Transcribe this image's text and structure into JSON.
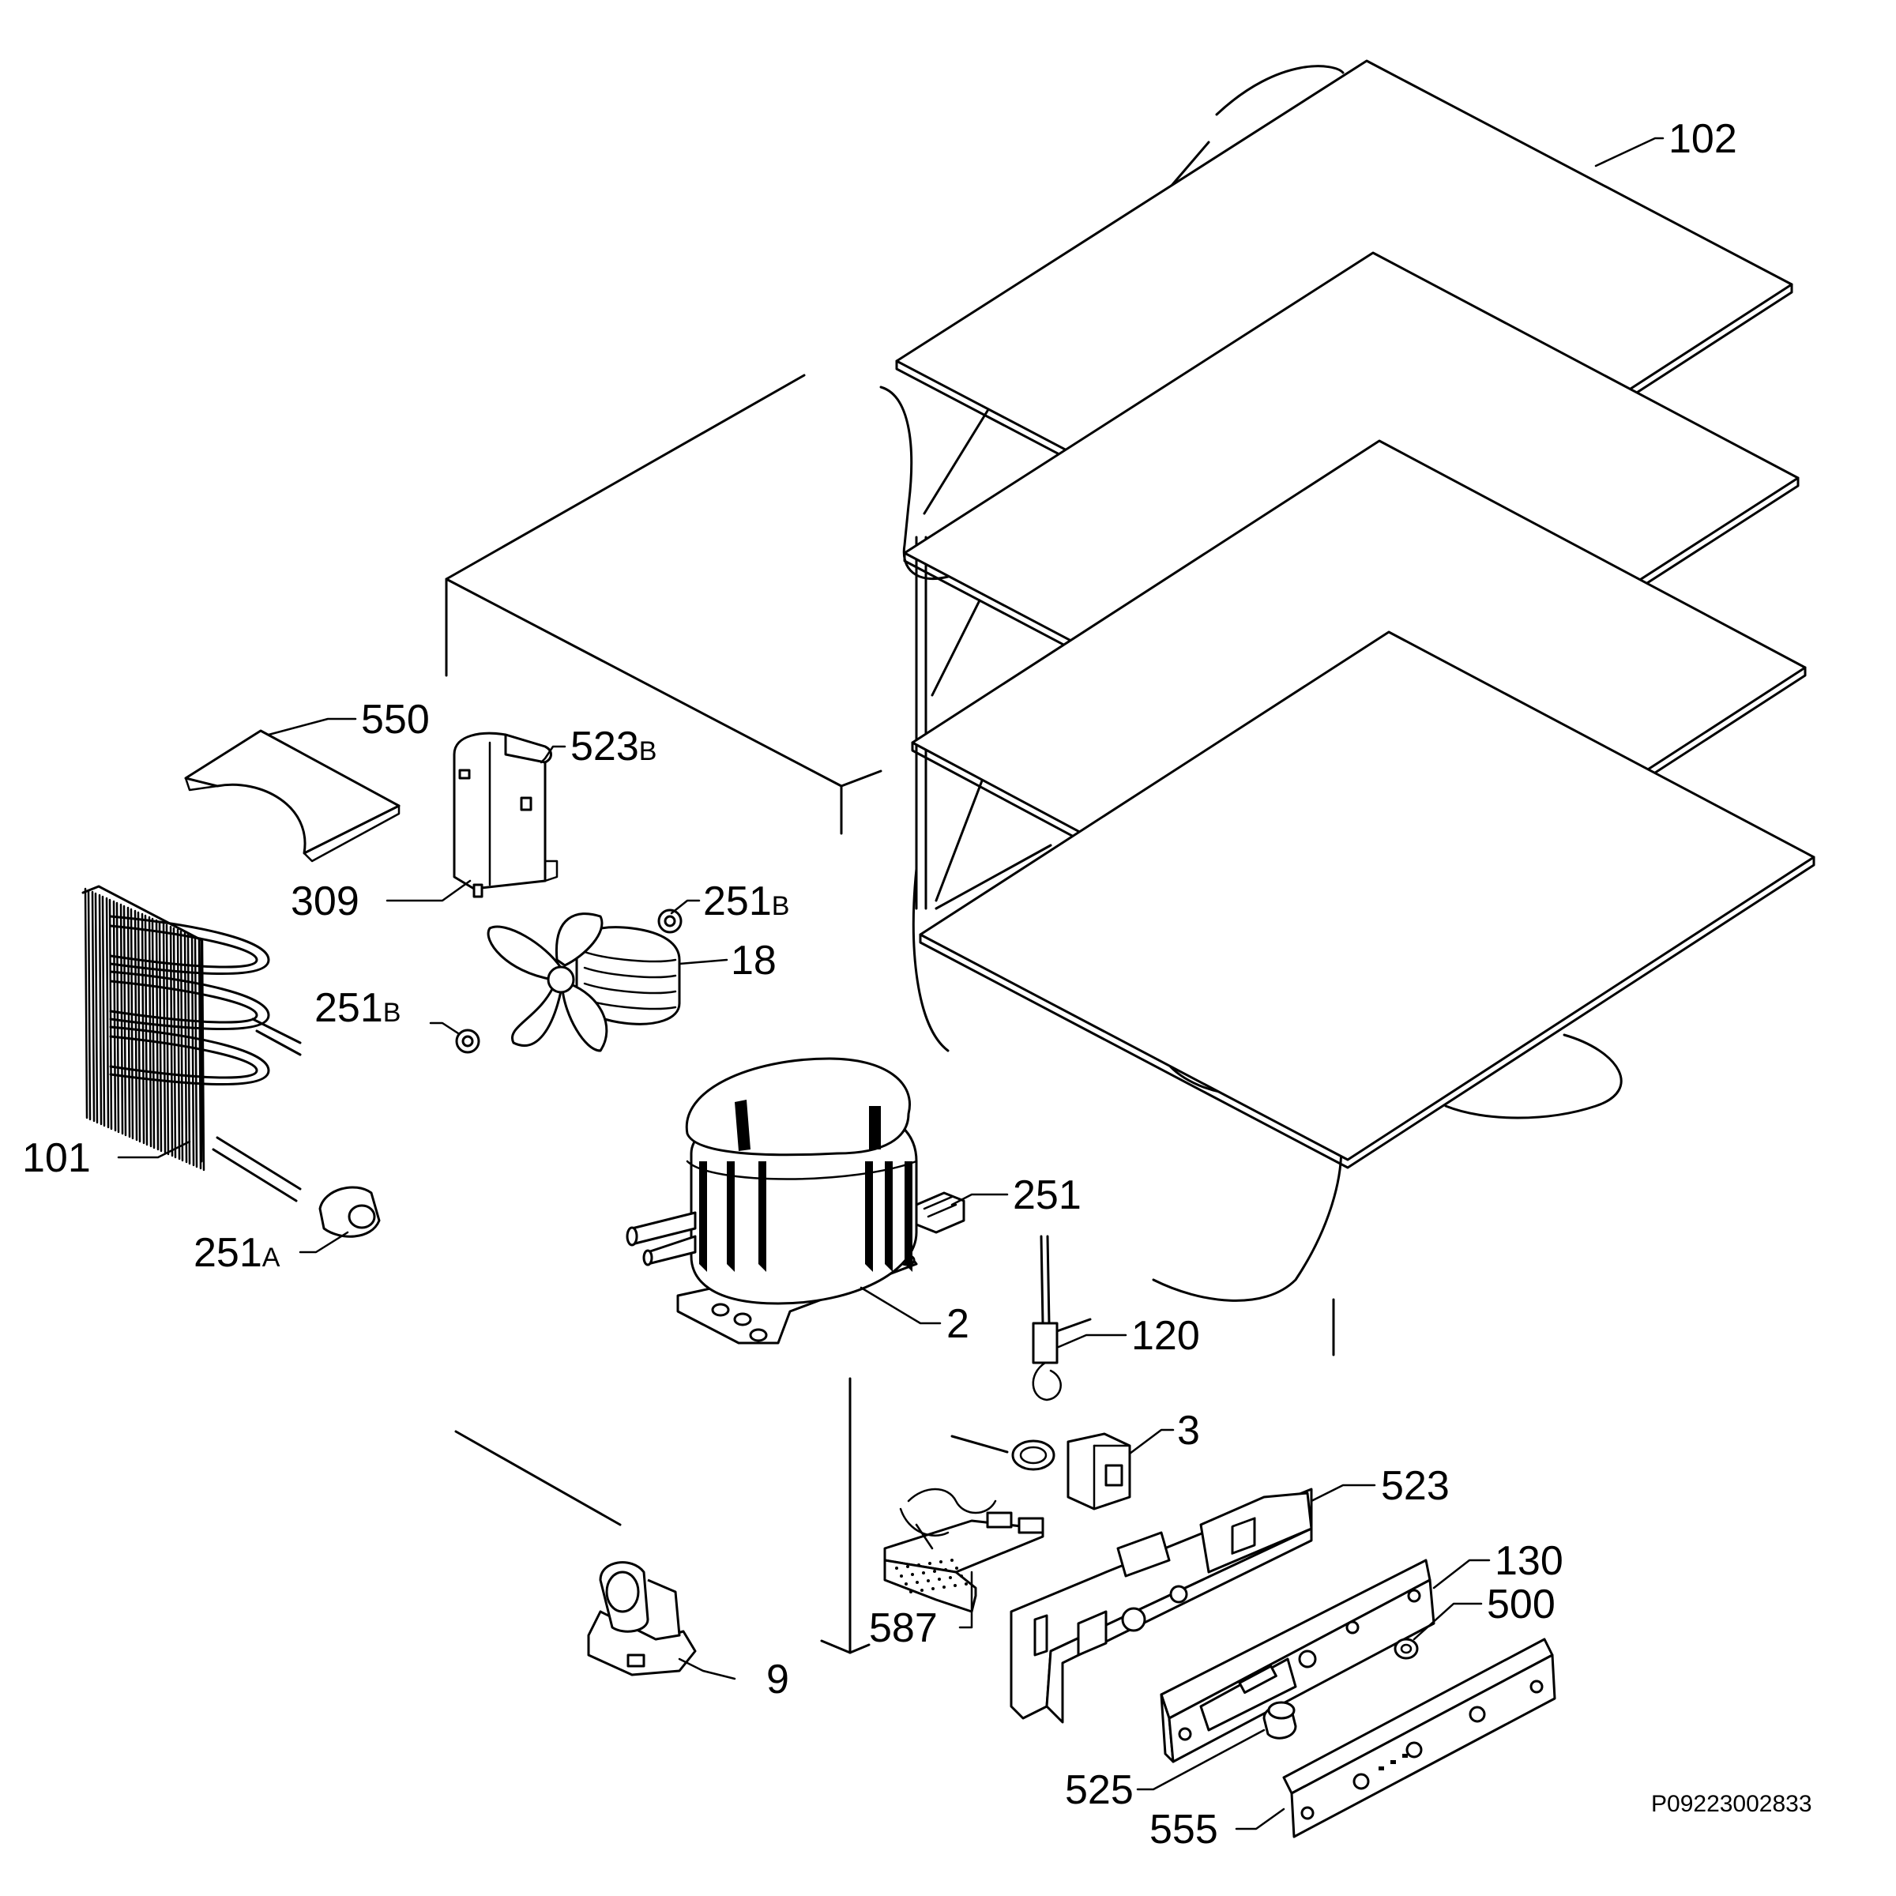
{
  "reference_code": "P09223002833",
  "parts": [
    {
      "id": "102",
      "label": "102",
      "name": "shelf-evaporator"
    },
    {
      "id": "550",
      "label": "550",
      "name": "cover"
    },
    {
      "id": "523B",
      "label": "523",
      "suffix": "B",
      "name": "relay-cover"
    },
    {
      "id": "309",
      "label": "309",
      "name": "starter-relay"
    },
    {
      "id": "251B-top",
      "label": "251",
      "suffix": "B",
      "name": "grommet-upper"
    },
    {
      "id": "18",
      "label": "18",
      "name": "fan-motor"
    },
    {
      "id": "251B-mid",
      "label": "251",
      "suffix": "B",
      "name": "grommet-fan"
    },
    {
      "id": "101",
      "label": "101",
      "name": "condenser"
    },
    {
      "id": "251",
      "label": "251",
      "name": "compressor-connector"
    },
    {
      "id": "251A",
      "label": "251",
      "suffix": "A",
      "name": "grommet-condenser"
    },
    {
      "id": "2",
      "label": "2",
      "name": "compressor"
    },
    {
      "id": "120",
      "label": "120",
      "name": "filter-drier"
    },
    {
      "id": "3",
      "label": "3",
      "name": "thermostat"
    },
    {
      "id": "523",
      "label": "523",
      "name": "control-housing"
    },
    {
      "id": "130",
      "label": "130",
      "name": "control-panel"
    },
    {
      "id": "500",
      "label": "500",
      "name": "indicator-lamp"
    },
    {
      "id": "587",
      "label": "587",
      "name": "electronic-board"
    },
    {
      "id": "9",
      "label": "9",
      "name": "clamp"
    },
    {
      "id": "525",
      "label": "525",
      "name": "knob"
    },
    {
      "id": "555",
      "label": "555",
      "name": "front-trim"
    }
  ]
}
